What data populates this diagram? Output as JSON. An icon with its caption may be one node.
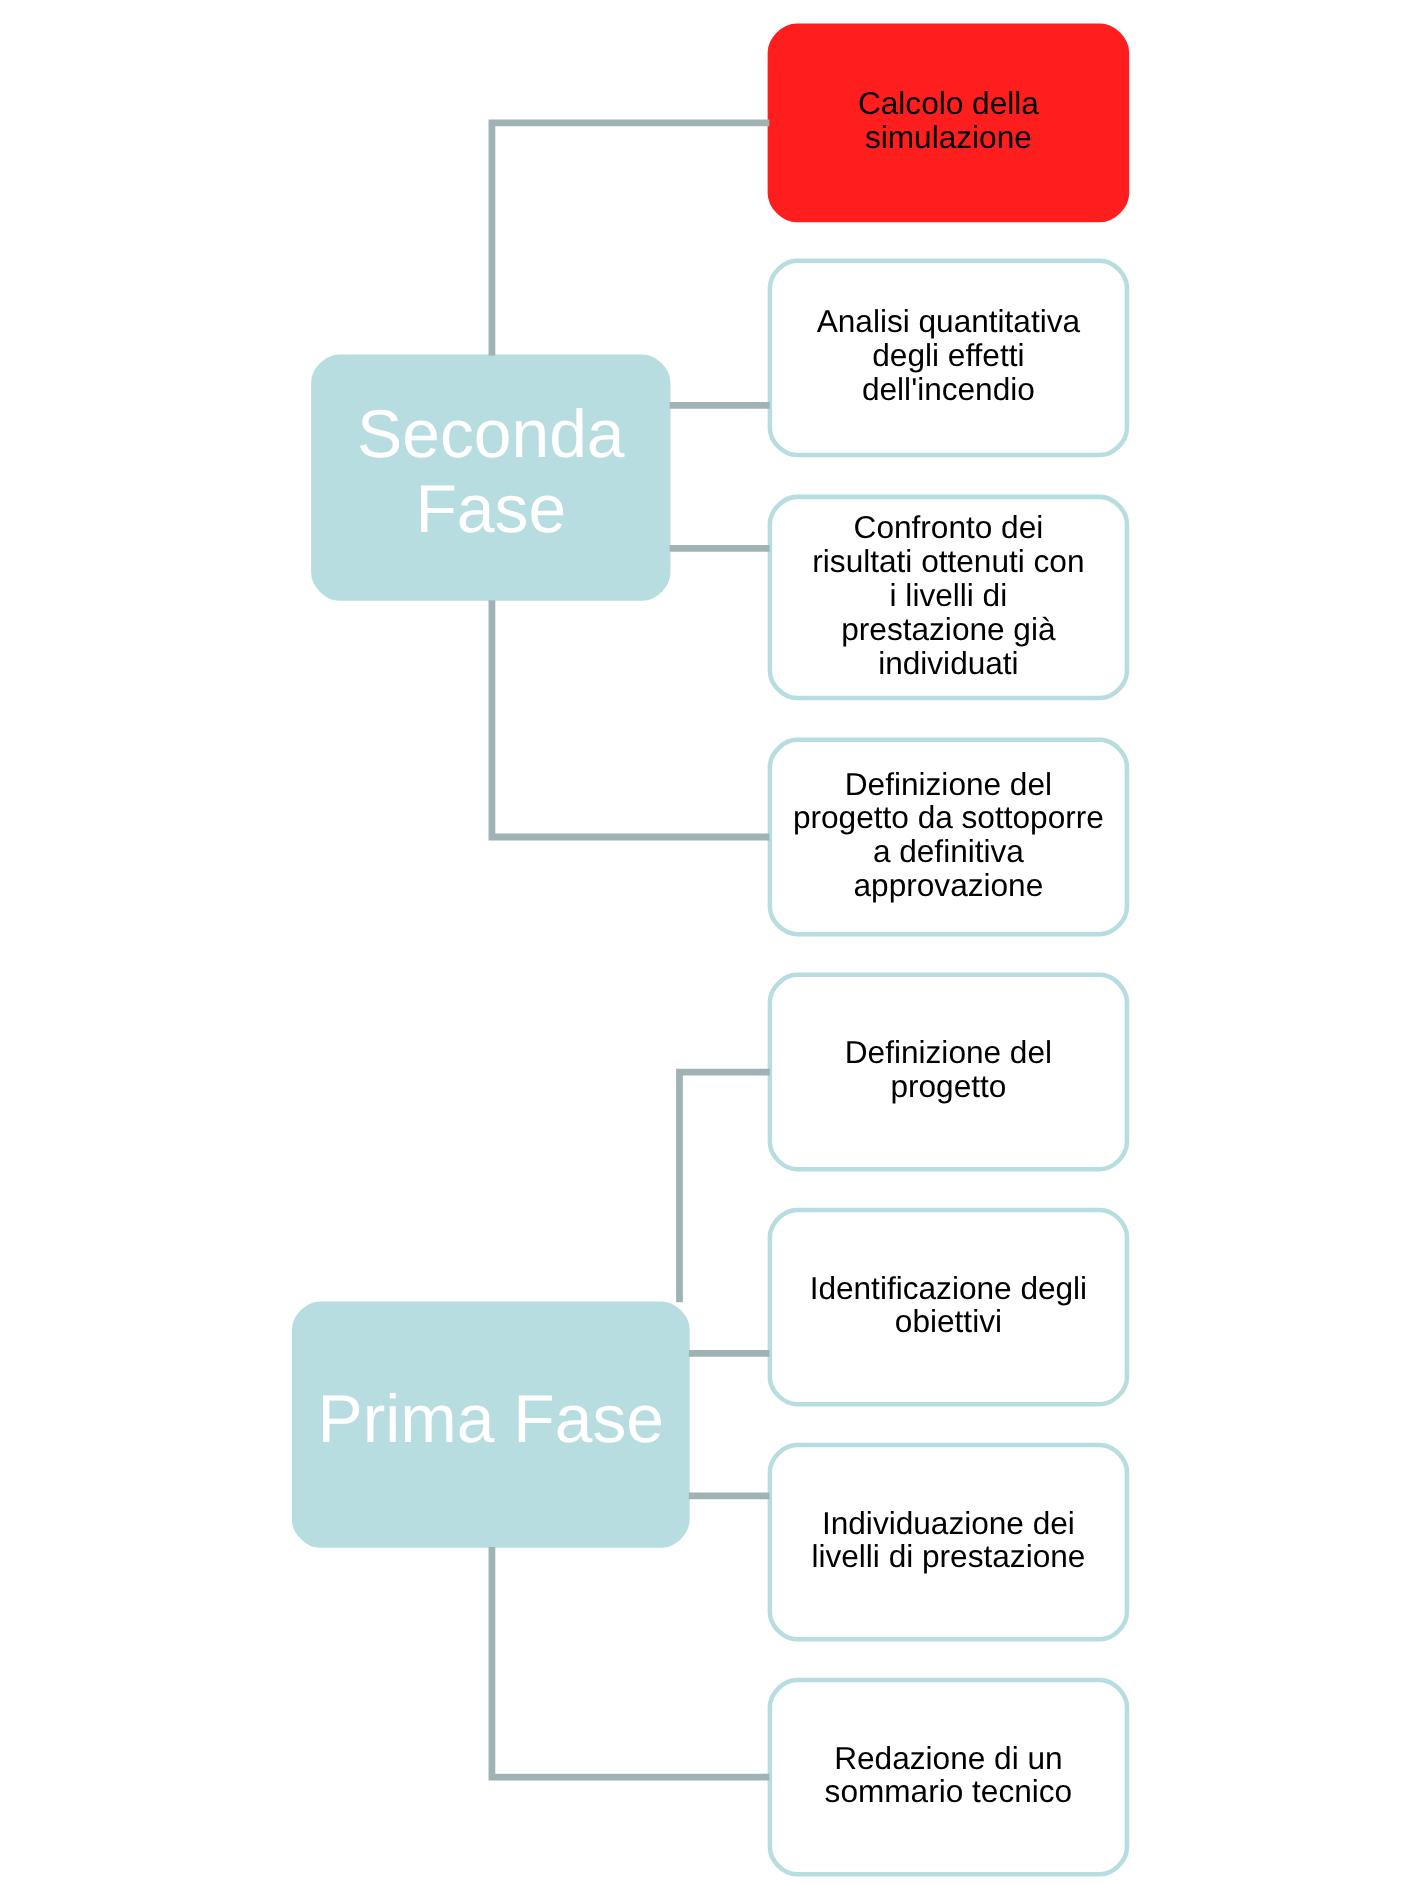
{
  "diagram": {
    "nodes": [
      {
        "text": [
          "Prima Fase"
        ]
      },
      {
        "text": [
          "Definizione del progetto"
        ]
      },
      {
        "text": [
          "Identificazione degli obiettivi"
        ]
      },
      {
        "text": [
          "Individuazione dei livelli di prestazione"
        ]
      },
      {
        "text": [
          "Redazione di un sommario tecnico"
        ]
      },
      {
        "text": [
          "Seconda Fase"
        ]
      },
      {
        "text": [
          "Calcolo della simulazione"
        ]
      },
      {
        "text": [
          "Analisi quantitativa degli effetti dell'incendio"
        ]
      },
      {
        "text": [
          "Confronto dei risultati ottenuti con i livelli di prestazione già individuati"
        ]
      },
      {
        "text": [
          "Definizione del progetto da sottoporre a definitiva approvazione"
        ]
      }
    ],
    "edges": [
      {
        "from": 0,
        "to": 1,
        "arrow": "none"
      },
      {
        "from": 0,
        "to": 2,
        "arrow": "none"
      },
      {
        "from": 0,
        "to": 3,
        "arrow": "none"
      },
      {
        "from": 0,
        "to": 4,
        "arrow": "none"
      },
      {
        "from": 5,
        "to": 6,
        "arrow": "none"
      },
      {
        "from": 5,
        "to": 7,
        "arrow": "none"
      },
      {
        "from": 5,
        "to": 8,
        "arrow": "none"
      },
      {
        "from": 5,
        "to": 9,
        "arrow": "none"
      }
    ]
  }
}
